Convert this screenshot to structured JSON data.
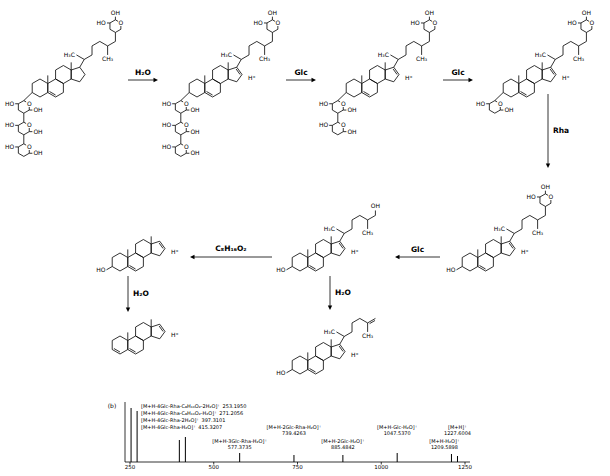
{
  "diagram": {
    "labels": [
      "O",
      "HO",
      "OH",
      "O",
      "HO",
      "OH",
      "O",
      "HO",
      "OH",
      "H₃C",
      "CH₃",
      "O",
      "HO",
      "OH",
      "O",
      "HO",
      "OH",
      "O",
      "HO",
      "OH",
      "O",
      "HO",
      "OH",
      "H₃C",
      "CH₃",
      "O",
      "HO",
      "OH",
      "H⁺",
      "O",
      "HO",
      "OH",
      "O",
      "HO",
      "OH",
      "H₃C",
      "CH₃",
      "O",
      "HO",
      "OH",
      "H⁺",
      "O",
      "HO",
      "OH",
      "H₃C",
      "CH₃",
      "O",
      "HO",
      "OH",
      "H⁺",
      "HO",
      "H₃C",
      "CH₃",
      "O",
      "HO",
      "OH",
      "H⁺",
      "HO",
      "H₃C",
      "CH₃",
      "OH",
      "H⁺",
      "HO",
      "H⁺",
      "HO",
      "H₃C",
      "CH₃",
      "H⁺",
      "H⁺",
      "H₂O",
      "Glc",
      "Glc",
      "Rha",
      "Glc",
      "C₈H₁₆O₂",
      "H₂O",
      "H₂O",
      "(b)",
      "[M+H-4Glc-Rha-C₈H₁₆O₂-2H₂O]⁺",
      "253.1950",
      "[M+H-4Glc-Rha-C₈H₁₆O₂-H₂O]⁺",
      "271.2056",
      "[M+H-4Glc-Rha-2H₂O]⁺",
      "397.3101",
      "[M+H-4Glc-Rha-H₂O]⁺",
      "415.3207",
      "[M+H-3Glc-Rha-H₂O]⁺",
      "577.3735",
      "[M+H-2Glc-Rha-H₂O]⁺",
      "739.4263",
      "[M+H-2Glc-H₂O]⁺",
      "885.4842",
      "[M+H-Glc-H₂O]⁺",
      "1047.5370",
      "[M+H-H₂O]⁺",
      "1209.5898",
      "[M+H]⁺",
      "1227.6004",
      "250",
      "500",
      "750",
      "1000",
      "1250"
    ]
  }
}
